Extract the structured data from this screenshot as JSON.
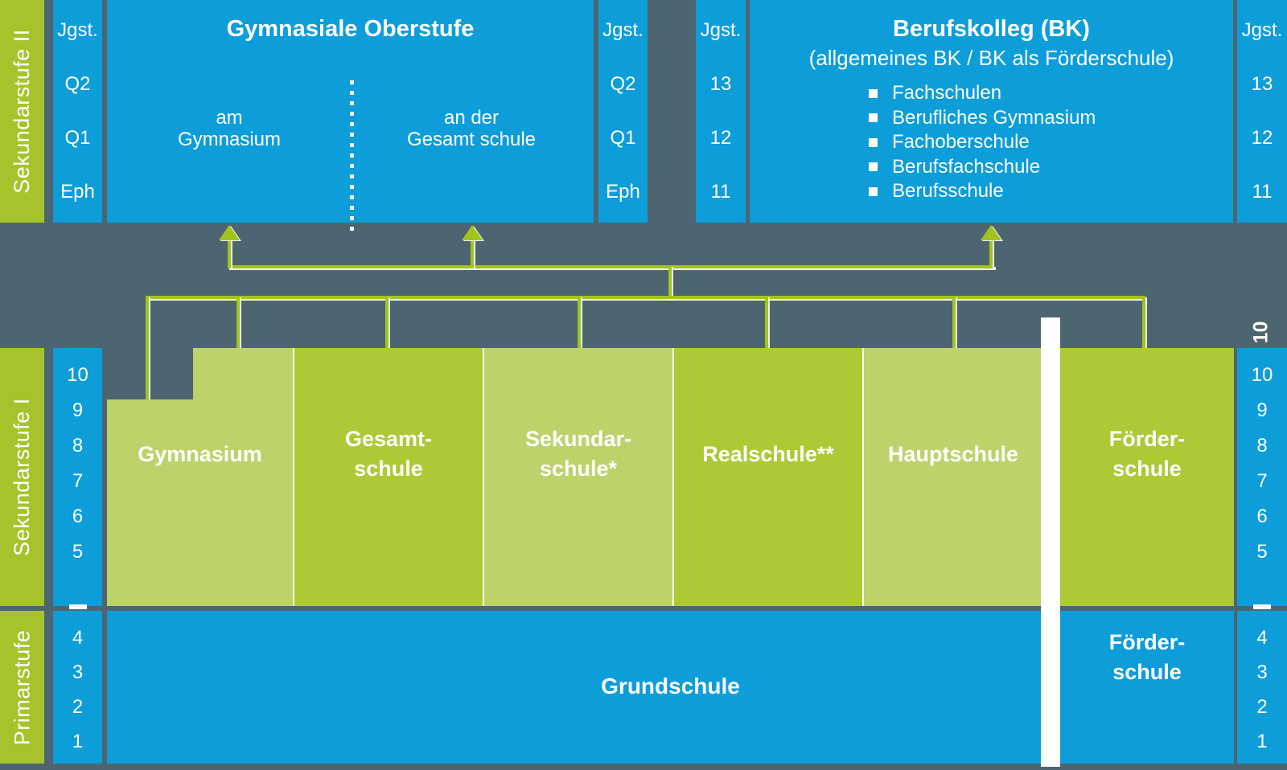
{
  "colors": {
    "bg": "#4d6570",
    "blue": "#0d9dd9",
    "band-green": "#a6c32c",
    "light-green": "#bed26b",
    "dark-green": "#adc935",
    "connector": "#a2c41f",
    "text": "#ffffff"
  },
  "bands": {
    "sek2": "Sekundarstufe II",
    "sek1": "Sekundarstufe I",
    "primar": "Primarstufe"
  },
  "grade_columns": {
    "jgst_gym": [
      "Jgst.",
      "Q2",
      "Q1",
      "Eph"
    ],
    "jgst_bk": [
      "Jgst.",
      "13",
      "12",
      "11"
    ],
    "sek1": [
      "10",
      "9",
      "8",
      "7",
      "6",
      "5"
    ],
    "primar": [
      "4",
      "3",
      "2",
      "1"
    ]
  },
  "gymnasiale_oberstufe": {
    "title": "Gymnasiale Oberstufe",
    "left_line1": "am",
    "left_line2": "Gymnasium",
    "right_line1": "an der",
    "right_line2": "Gesamt schule"
  },
  "berufskolleg": {
    "title": "Berufskolleg (BK)",
    "subtitle": "(allgemeines BK / BK als Förderschule)",
    "items": [
      "Fachschulen",
      "Berufliches Gymnasium",
      "Fachoberschule",
      "Berufsfachschule",
      "Berufsschule"
    ]
  },
  "schools": {
    "gymnasium": {
      "line1": "Gymnasium",
      "line2": ""
    },
    "gesamtschule": {
      "line1": "Gesamt-",
      "line2": "schule"
    },
    "sekundarschule": {
      "line1": "Sekundar-",
      "line2": "schule*"
    },
    "realschule": {
      "line1": "Realschule**",
      "line2": ""
    },
    "hauptschule": {
      "line1": "Hauptschule",
      "line2": ""
    },
    "foerderschule": {
      "line1": "Förder-",
      "line2": "schule"
    }
  },
  "primarstufe_row": {
    "grundschule": "Grundschule",
    "foerderschule_line1": "Förder-",
    "foerderschule_line2": "schule"
  },
  "extra_grade_label": "10"
}
